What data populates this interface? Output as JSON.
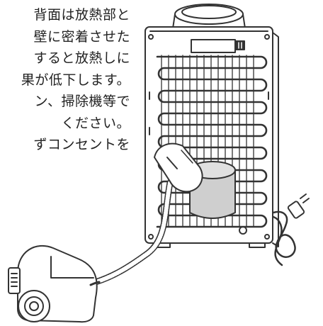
{
  "colors": {
    "ink": "#222222",
    "line": "#333333",
    "gray_shade": "#9a9a9a",
    "light_shade": "#cccccc",
    "paper": "#ffffff"
  },
  "text_lines": [
    "背面は放熱部と",
    "壁に密着させた",
    "すると放熱しに",
    "果が低下します。",
    "ン、掃除機等で",
    "ください。",
    "ずコンセントを"
  ],
  "illustration": {
    "subjects": [
      "water-server-back",
      "vacuum-cleaner",
      "power-cord-plug"
    ],
    "back_label_badge": "II"
  }
}
